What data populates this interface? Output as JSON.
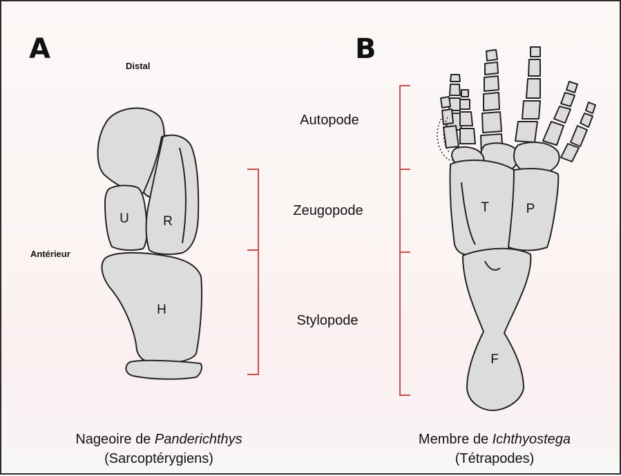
{
  "panels": {
    "a": {
      "letter": "A",
      "distal": "Distal",
      "anterior": "Antérieur",
      "bones": {
        "u": "U",
        "r": "R",
        "h": "H"
      },
      "caption": {
        "prefix": "Nageoire de ",
        "genus": "Panderichthys",
        "group": "(Sarcoptérygiens)"
      }
    },
    "b": {
      "letter": "B",
      "bones": {
        "t": "T",
        "p": "P",
        "f": "F"
      },
      "caption": {
        "prefix": "Membre de ",
        "genus": "Ichthyostega",
        "group": "(Tétrapodes)"
      }
    }
  },
  "regions": {
    "autopode": "Autopode",
    "zeugopode": "Zeugopode",
    "stylopode": "Stylopode"
  },
  "colors": {
    "bone_fill": "#dcdcdc",
    "outline": "#222222",
    "bracket": "#c84a4a"
  }
}
